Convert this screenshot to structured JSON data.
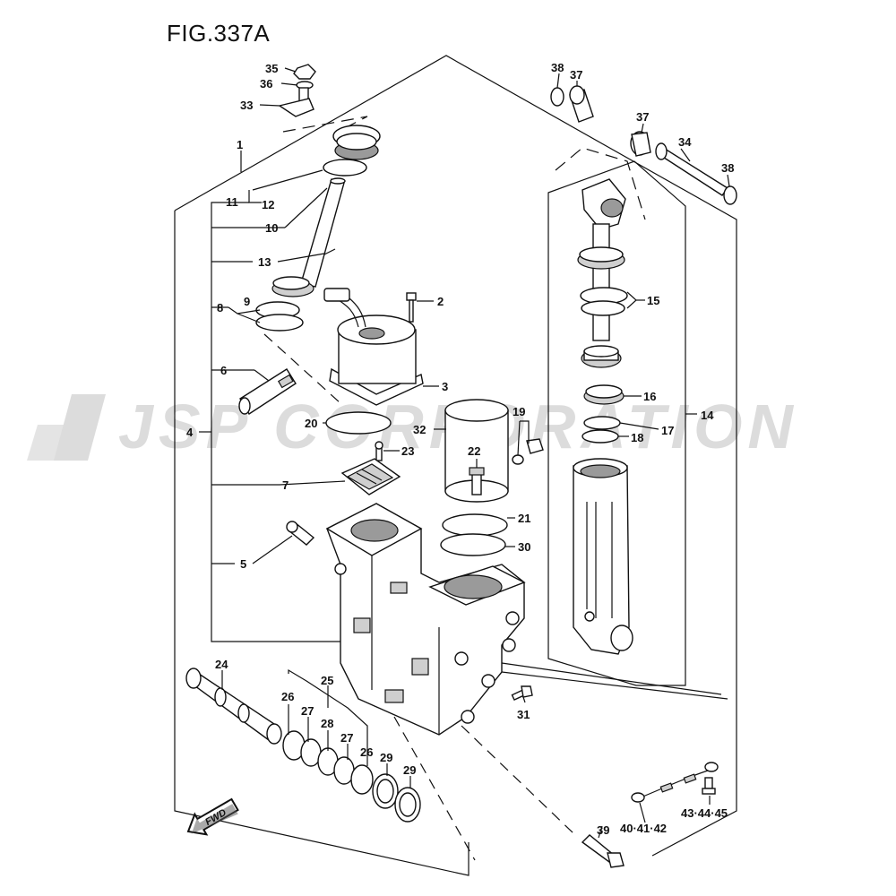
{
  "figure": {
    "title": "FIG.337A"
  },
  "watermark": {
    "text": "JSP CORPORATION"
  },
  "fwd_badge": {
    "text": "FWD"
  },
  "callouts": {
    "c1": "1",
    "c2": "2",
    "c3": "3",
    "c4": "4",
    "c5": "5",
    "c6": "6",
    "c7": "7",
    "c8": "8",
    "c9": "9",
    "c10": "10",
    "c11": "11",
    "c12": "12",
    "c13": "13",
    "c14": "14",
    "c15": "15",
    "c16": "16",
    "c17": "17",
    "c18": "18",
    "c19": "19",
    "c20": "20",
    "c21": "21",
    "c22": "22",
    "c23": "23",
    "c24": "24",
    "c25": "25",
    "c26a": "26",
    "c26b": "26",
    "c27a": "27",
    "c27b": "27",
    "c28": "28",
    "c29a": "29",
    "c29b": "29",
    "c30": "30",
    "c31": "31",
    "c32": "32",
    "c33": "33",
    "c34": "34",
    "c35": "35",
    "c36": "36",
    "c37a": "37",
    "c37b": "37",
    "c38a": "38",
    "c38b": "38",
    "c39": "39",
    "c40": "40·41·42",
    "c43": "43·44·45"
  },
  "colors": {
    "line": "#111111",
    "shade": "#cfcfcf",
    "watermark": "#d6d6d6"
  }
}
